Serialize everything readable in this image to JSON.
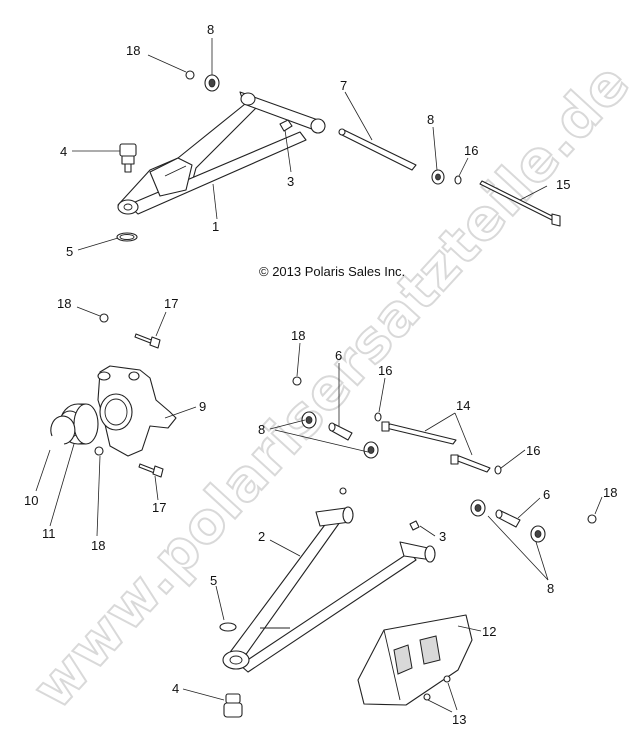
{
  "copyright": "© 2013 Polaris Sales Inc.",
  "watermark": "www.polarisersatzteile.de",
  "callouts": {
    "c18a": "18",
    "c8a": "8",
    "c7": "7",
    "c8b": "8",
    "c16a": "16",
    "c4a": "4",
    "c3a": "3",
    "c15": "15",
    "c1": "1",
    "c5a": "5",
    "c18b": "18",
    "c17a": "17",
    "c18c": "18",
    "c6a": "6",
    "c16b": "16",
    "c9": "9",
    "c14": "14",
    "c8c": "8",
    "c16c": "16",
    "c10": "10",
    "c11": "11",
    "c17b": "17",
    "c18d": "18",
    "c6b": "6",
    "c18e": "18",
    "c2": "2",
    "c3b": "3",
    "c8d": "8",
    "c5b": "5",
    "c12": "12",
    "c4b": "4",
    "c13": "13"
  }
}
